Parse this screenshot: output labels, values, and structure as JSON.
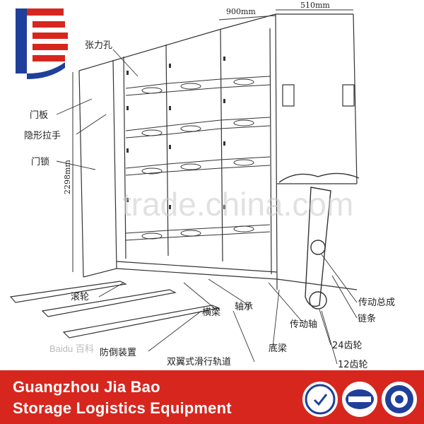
{
  "dimensions": {
    "width_900": "900mm",
    "depth_510": "510mm",
    "height_2298": "2298mm"
  },
  "labels": {
    "tension_hole": "张力孔",
    "door_panel": "门板",
    "hidden_handle": "隐形拉手",
    "door_lock": "门锁",
    "roller": "滚轮",
    "cross_beam": "横梁",
    "bearing": "轴承",
    "drive_shaft": "传动轴",
    "drive_assembly": "传动总成",
    "chain": "链条",
    "gear_24": "24齿轮",
    "base_beam": "底梁",
    "gear_12": "12齿轮",
    "anti_tip": "防倒装置",
    "double_wing_rail": "双翼式滑行轨道"
  },
  "watermark": {
    "main": "trade.china.com",
    "small": "Baidu 百科"
  },
  "footer": {
    "company_line1": "Guangzhou Jia Bao",
    "company_line2": "Storage Logistics Equipment",
    "bg_color": "#d7261e",
    "badges": [
      "cert-badge",
      "cnas-badge",
      "iaf-badge"
    ]
  },
  "colors": {
    "logo_blue": "#1f3f9a",
    "logo_red": "#d7261e",
    "line": "#333333"
  }
}
